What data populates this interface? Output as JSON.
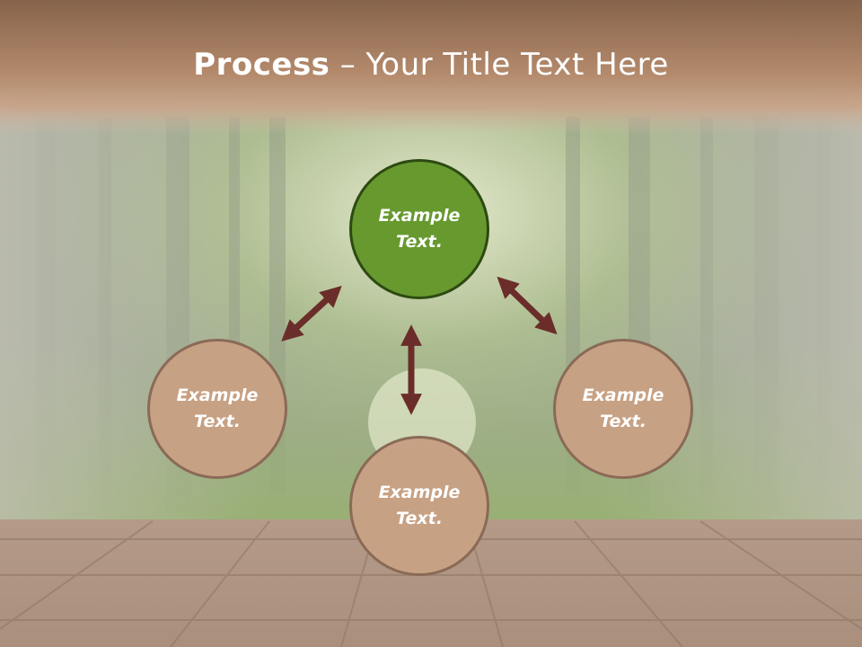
{
  "slide": {
    "title_bold": "Process",
    "title_rest": " – Your Title Text Here"
  },
  "nodes": [
    {
      "id": "top",
      "line1": "Example",
      "line2": "Text."
    },
    {
      "id": "left",
      "line1": "Example",
      "line2": "Text."
    },
    {
      "id": "bottom",
      "line1": "Example",
      "line2": "Text."
    },
    {
      "id": "right",
      "line1": "Example",
      "line2": "Text."
    }
  ],
  "colors": {
    "accent_green": "#67992f",
    "node_tan": "#c7a184",
    "arrow": "#6b2d2a",
    "title_bar": "#a47a5b"
  }
}
